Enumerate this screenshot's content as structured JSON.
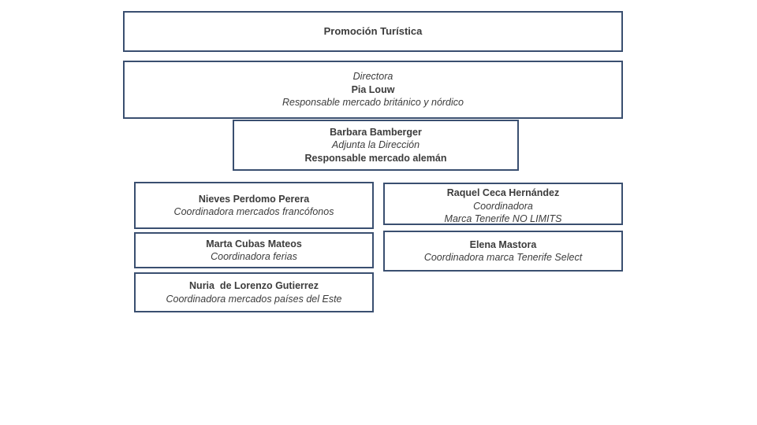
{
  "document": {
    "title": "Promoción Turística",
    "background_color": "#ffffff",
    "border_color": "#3a4f70",
    "text_color": "#3c3c3c"
  },
  "boxes": {
    "header": {
      "lines": [
        {
          "text": "Promoción Turística",
          "style": "bold"
        }
      ]
    },
    "directora": {
      "lines": [
        {
          "text": "Directora",
          "style": "italic"
        },
        {
          "text": "Pia Louw",
          "style": "bold"
        },
        {
          "text": "Responsable mercado británico y nórdico",
          "style": "italic"
        }
      ]
    },
    "adjunta": {
      "lines": [
        {
          "text": "Barbara Bamberger",
          "style": "bold"
        },
        {
          "text": "Adjunta la Dirección",
          "style": "italic"
        },
        {
          "text": "Responsable mercado alemán",
          "style": "plain"
        }
      ]
    },
    "nieves": {
      "lines": [
        {
          "text": "Nieves Perdomo Perera",
          "style": "bold"
        },
        {
          "text": "Coordinadora mercados francófonos",
          "style": "italic"
        }
      ]
    },
    "marta": {
      "lines": [
        {
          "text": "Marta Cubas Mateos",
          "style": "bold"
        },
        {
          "text": "Coordinadora ferias",
          "style": "italic"
        }
      ]
    },
    "nuria": {
      "lines": [
        {
          "text": "Nuria  de Lorenzo Gutierrez",
          "style": "bold"
        },
        {
          "text": "Coordinadora mercados países del Este",
          "style": "italic"
        }
      ]
    },
    "raquel": {
      "lines": [
        {
          "text": "Raquel Ceca Hernández",
          "style": "bold"
        },
        {
          "text": "Coordinadora",
          "style": "italic"
        },
        {
          "text": "Marca Tenerife NO LIMITS",
          "style": "italic"
        }
      ]
    },
    "elena": {
      "lines": [
        {
          "text": "Elena Mastora",
          "style": "bold"
        },
        {
          "text": "Coordinadora marca Tenerife Select",
          "style": "italic"
        }
      ]
    }
  }
}
